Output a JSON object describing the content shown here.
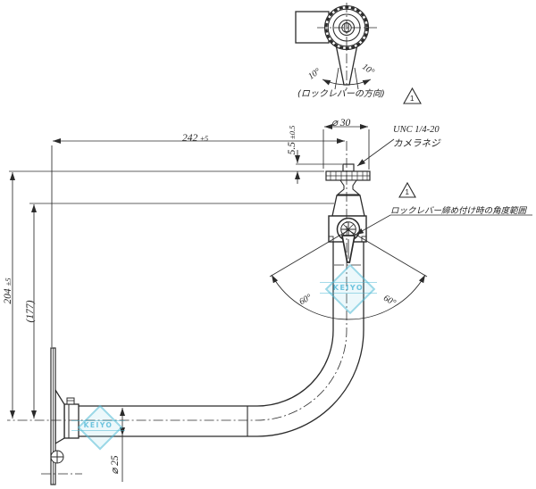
{
  "drawing": {
    "top_view": {
      "caption": "(ロックレバーの方向)",
      "angle_left": "10°",
      "angle_right": "10°",
      "warning_number": "1"
    },
    "front_view": {
      "width_dim": {
        "value": "242",
        "tol": "±5"
      },
      "height_dim": {
        "value": "204",
        "tol": "±5"
      },
      "height_ref_dim": "(177)",
      "screw_height_dim": {
        "value": "5.5",
        "tol": "±0.5"
      },
      "platform_dia_dim": "⌀ 30",
      "pipe_dia_dim": "⌀ 25",
      "screw_spec": {
        "line1": "UNC 1/4-20",
        "line2": "カメラネジ"
      },
      "angle_range_note": "ロックレバー締め付け時の角度範囲",
      "angle_left": "60°",
      "angle_right": "60°",
      "warning_number": "1"
    },
    "watermark": {
      "text": "KEIYO",
      "color": "#49b8d4"
    },
    "colors": {
      "line": "#2b2b2b",
      "background": "#ffffff"
    }
  }
}
